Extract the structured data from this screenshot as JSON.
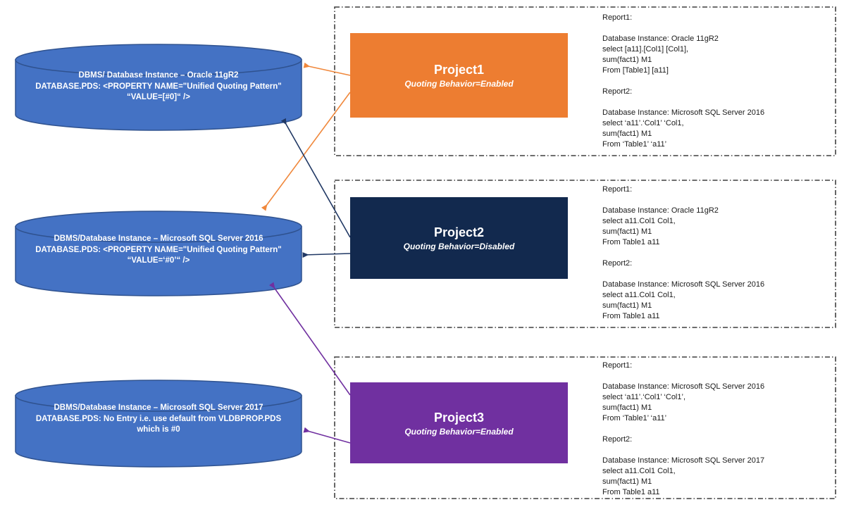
{
  "colors": {
    "cylinderFill": "#4472C4",
    "cylinderStroke": "#2F528F",
    "project1": "#ED7D31",
    "project2": "#12294E",
    "project3": "#7030A0",
    "arrowOrange": "#F0883C",
    "arrowNavy": "#203864",
    "arrowPurple": "#7030A0",
    "dashedBorder": "#3F3F3F",
    "reportText": "#1A1A1A"
  },
  "databases": [
    {
      "name": "oracle-11gr2",
      "label": "DBMS/ Database Instance – Oracle 11gR2\nDATABASE.PDS: <PROPERTY NAME=\"Unified Quoting Pattern\"\n“VALUE=[#0]“ />"
    },
    {
      "name": "sql-server-2016",
      "label": "DBMS/Database Instance – Microsoft SQL Server 2016\nDATABASE.PDS: <PROPERTY NAME=\"Unified Quoting Pattern\"\n“VALUE=‘#0’“  />"
    },
    {
      "name": "sql-server-2017",
      "label": "DBMS/Database Instance – Microsoft SQL Server 2017\nDATABASE.PDS: No Entry i.e. use default from VLDBPROP.PDS\nwhich is #0"
    }
  ],
  "projects": [
    {
      "name": "Project1",
      "behavior": "Quoting Behavior=Enabled",
      "reports": [
        {
          "title": "Report1:",
          "body": "Database Instance: Oracle 11gR2\nselect [a11].[Col1] [Col1],\nsum(fact1) M1\nFrom [Table1] [a11]"
        },
        {
          "title": "Report2:",
          "body": "Database Instance: Microsoft SQL Server 2016\nselect ‘a11’.‘Col1’ ‘Col1,\nsum(fact1) M1\nFrom ‘Table1’ ‘a11’"
        }
      ]
    },
    {
      "name": "Project2",
      "behavior": "Quoting Behavior=Disabled",
      "reports": [
        {
          "title": "Report1:",
          "body": "Database Instance: Oracle 11gR2\nselect a11.Col1 Col1,\nsum(fact1) M1\nFrom Table1 a11"
        },
        {
          "title": "Report2:",
          "body": "Database Instance: Microsoft SQL Server 2016\nselect a11.Col1 Col1,\nsum(fact1) M1\nFrom Table1 a11"
        }
      ]
    },
    {
      "name": "Project3",
      "behavior": "Quoting Behavior=Enabled",
      "reports": [
        {
          "title": "Report1:",
          "body": "Database Instance: Microsoft SQL Server 2016\nselect ‘a11’.‘Col1’ ‘Col1’,\nsum(fact1) M1\nFrom ‘Table1’ ‘a11’"
        },
        {
          "title": "Report2:",
          "body": "Database Instance: Microsoft SQL Server 2017\nselect a11.Col1 Col1,\nsum(fact1) M1\nFrom Table1 a11"
        }
      ]
    }
  ]
}
